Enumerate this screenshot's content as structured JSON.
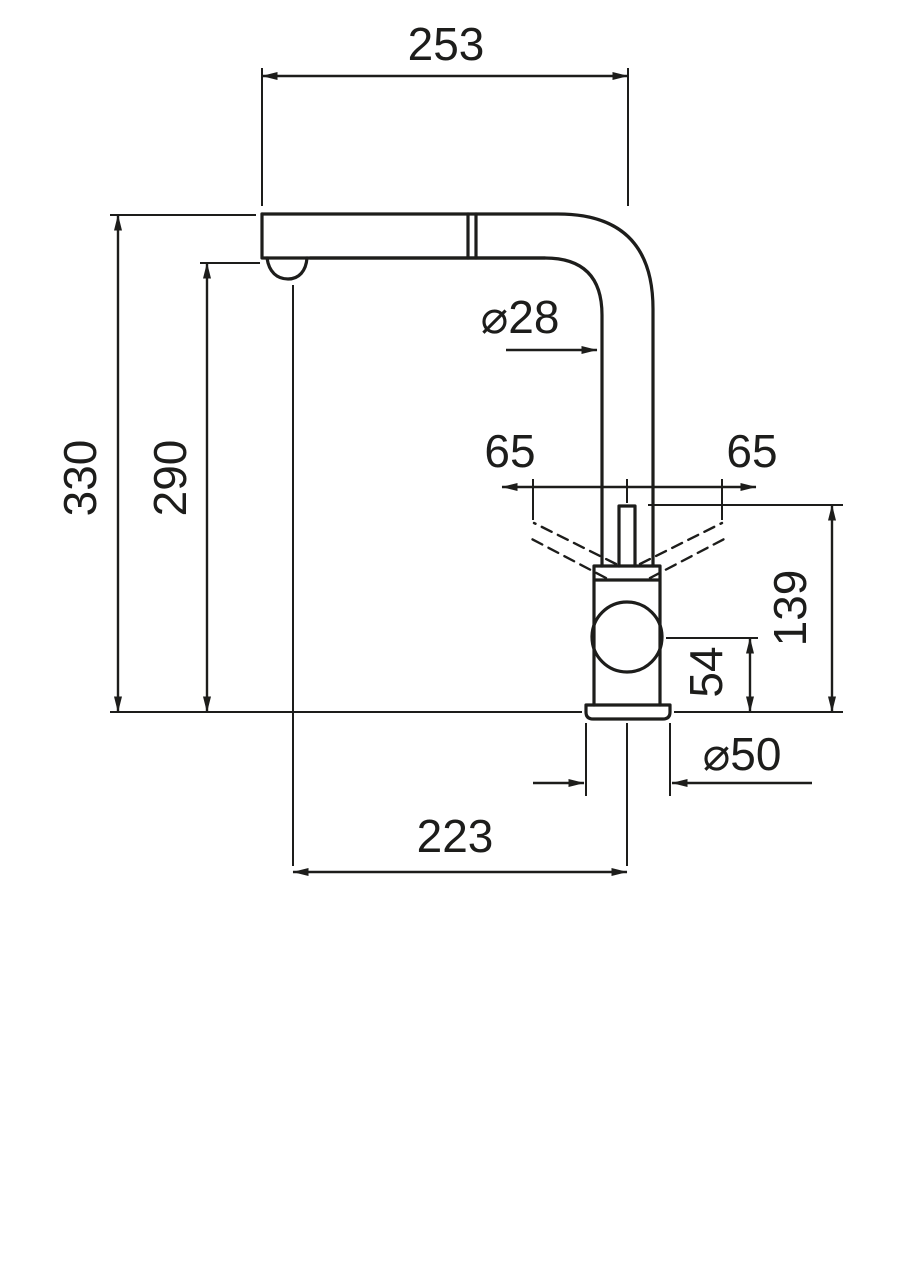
{
  "drawing": {
    "line_color": "#1d1d1b",
    "background_color": "#ffffff",
    "labels": {
      "spout_reach": "253",
      "overall_height": "330",
      "spout_outlet_height": "290",
      "spout_tube_diameter": "⌀28",
      "lever_swing_left": "65",
      "lever_swing_right": "65",
      "lever_top_height": "139",
      "body_top_height": "54",
      "base_diameter": "⌀50",
      "outlet_to_axis_distance": "223"
    }
  }
}
